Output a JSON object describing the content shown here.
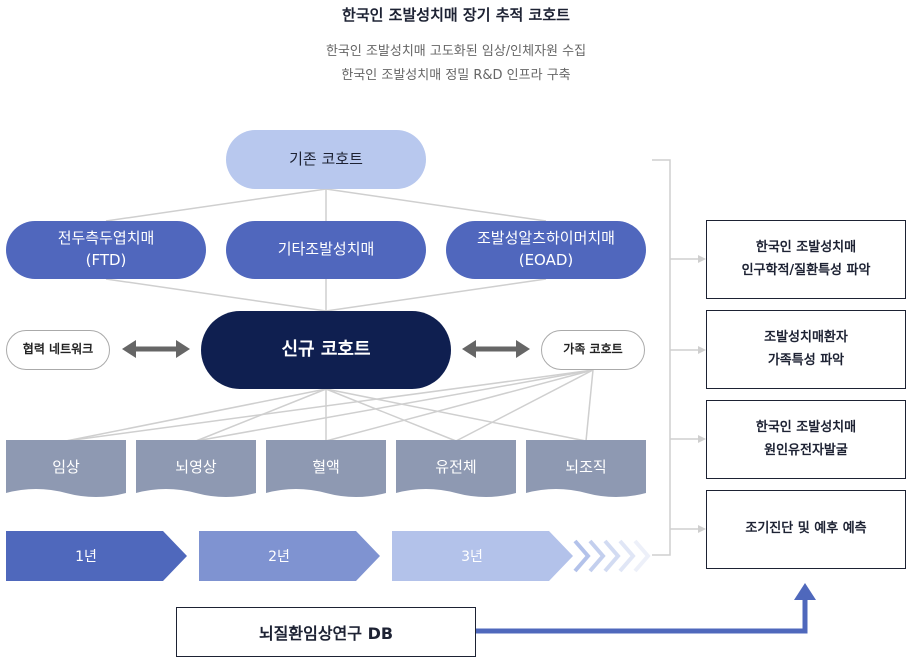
{
  "header": {
    "title": "한국인 조발성치매 장기 추적 코호트",
    "subtitle_lines": [
      "한국인 조발성치매 고도화된 임상/인체자원 수집",
      "한국인 조발성치매 정밀 R&D 인프라 구축"
    ]
  },
  "cohorts": {
    "existing": "기존 코호트",
    "subtypes": [
      {
        "line1": "전두측두엽치매",
        "line2": "(FTD)"
      },
      {
        "line1": "기타조발성치매",
        "line2": ""
      },
      {
        "line1": "조발성알츠하이머치매",
        "line2": "(EOAD)"
      }
    ],
    "new": "신규 코호트",
    "network": "협력 네트워크",
    "family": "가족 코호트"
  },
  "data_types": [
    "임상",
    "뇌영상",
    "혈액",
    "유전체",
    "뇌조직"
  ],
  "timeline": [
    "1년",
    "2년",
    "3년"
  ],
  "results": [
    {
      "line1": "한국인 조발성치매",
      "line2": "인구학적/질환특성 파악"
    },
    {
      "line1": "조발성치매환자",
      "line2": "가족특성 파악"
    },
    {
      "line1": "한국인 조발성치매",
      "line2": "원인유전자발굴"
    },
    {
      "line1": "조기진단 및 예후 예측",
      "line2": ""
    }
  ],
  "database": "뇌질환임상연구 DB",
  "colors": {
    "primary": "#5067bd",
    "light": "#b8c8ee",
    "dark": "#0f1f50",
    "data_block": "#8e99b2",
    "year1": "#4f68bc",
    "year2": "#7f93d1",
    "year3": "#b3c2ea"
  }
}
